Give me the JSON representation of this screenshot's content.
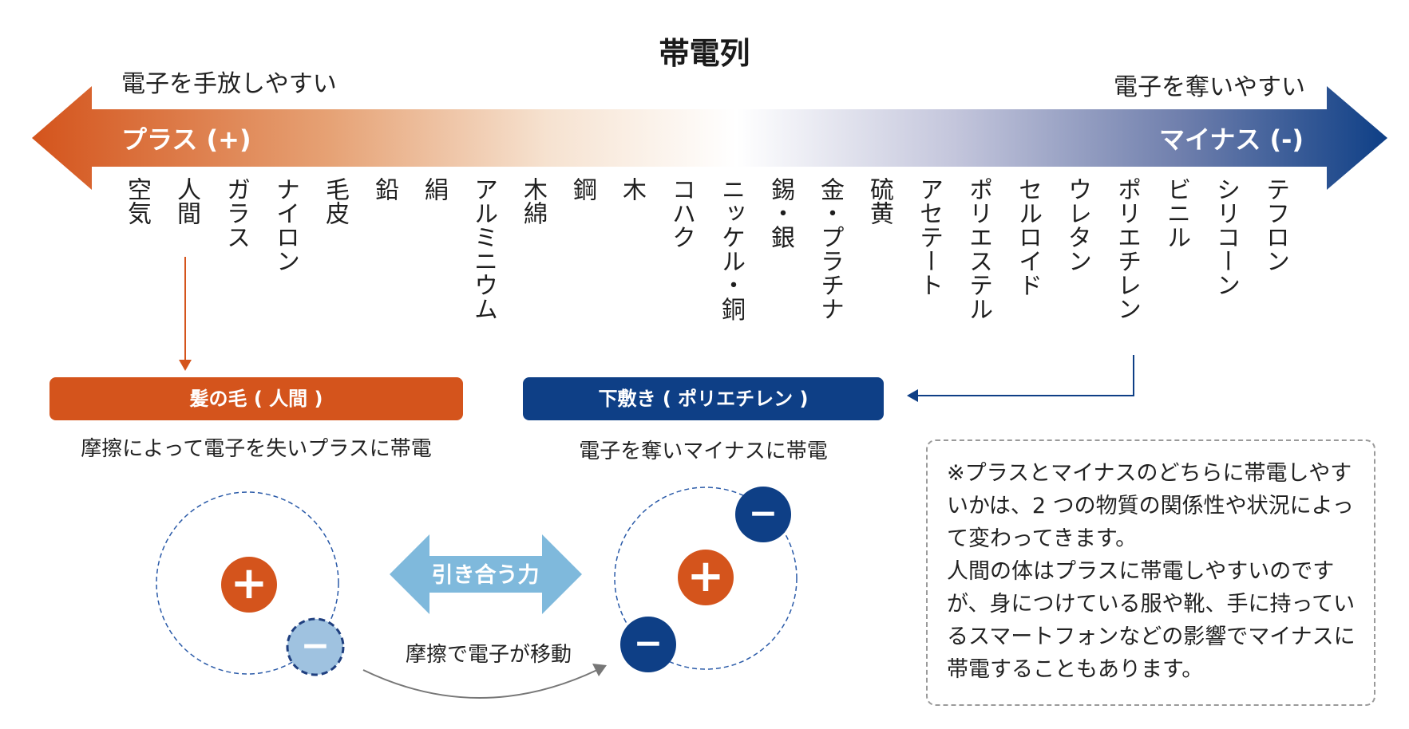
{
  "title": "帯電列",
  "left_label": "電子を手放しやすい",
  "right_label": "電子を奪いやすい",
  "plus_side": "プラス (+)",
  "minus_side": "マイナス (-)",
  "colors": {
    "plus": "#d4541c",
    "minus": "#0e3f86",
    "attract": "#7fb9dc",
    "light_electron": "#9fc2e0"
  },
  "materials": [
    "空気",
    "人間",
    "ガラス",
    "ナイロン",
    "毛皮",
    "鉛",
    "絹",
    "アルミニウム",
    "木綿",
    "鋼",
    "木",
    "コハク",
    "ニッケル・銅",
    "錫・銀",
    "金・プラチナ",
    "硫黄",
    "アセテート",
    "ポリエステル",
    "セルロイド",
    "ウレタン",
    "ポリエチレン",
    "ビニル",
    "シリコーン",
    "テフロン"
  ],
  "box_left": {
    "title": "髪の毛 ( 人間 )",
    "caption": "摩擦によって電子を失いプラスに帯電"
  },
  "box_right": {
    "title": "下敷き ( ポリエチレン )",
    "caption": "電子を奪いマイナスに帯電"
  },
  "attract_label": "引き合う力",
  "move_label": "摩擦で電子が移動",
  "plus_symbol": "+",
  "minus_symbol": "−",
  "note": "※プラスとマイナスのどちらに帯電しやすいかは、2 つの物質の関係性や状況によって変わってきます。\n人間の体はプラスに帯電しやすいのですが、身につけている服や靴、手に持っているスマートフォンなどの影響でマイナスに帯電することもあります。"
}
